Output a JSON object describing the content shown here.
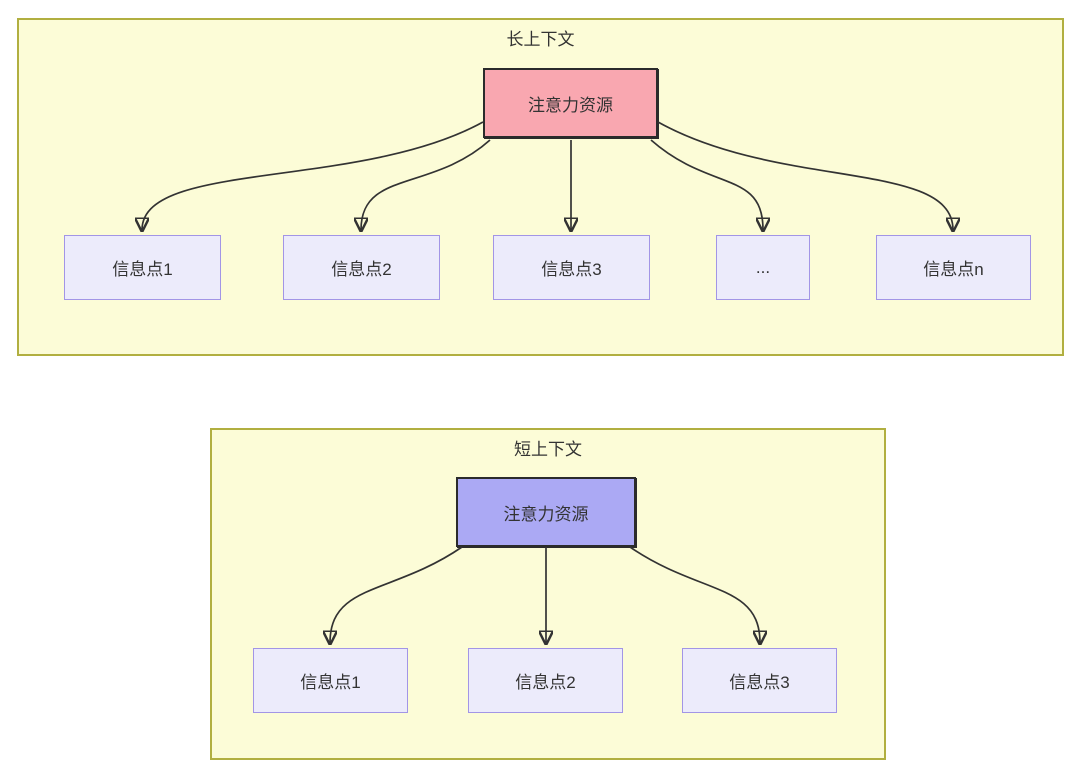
{
  "diagram": {
    "colors": {
      "page_background": "#ffffff",
      "container_fill": "#fcfcd7",
      "container_border": "#b1af40",
      "attention_long_fill": "#f9a7b0",
      "attention_short_fill": "#aba9f4",
      "attention_border": "#2b2b2b",
      "node_fill": "#ecebfb",
      "node_border": "#a295e6",
      "arrow_color": "#333333",
      "text_color": "#333333"
    },
    "long": {
      "title": "长上下文",
      "attention_label": "注意力资源",
      "nodes": [
        {
          "label": "信息点1"
        },
        {
          "label": "信息点2"
        },
        {
          "label": "信息点3"
        },
        {
          "label": "..."
        },
        {
          "label": "信息点n"
        }
      ]
    },
    "short": {
      "title": "短上下文",
      "attention_label": "注意力资源",
      "nodes": [
        {
          "label": "信息点1"
        },
        {
          "label": "信息点2"
        },
        {
          "label": "信息点3"
        }
      ]
    }
  }
}
